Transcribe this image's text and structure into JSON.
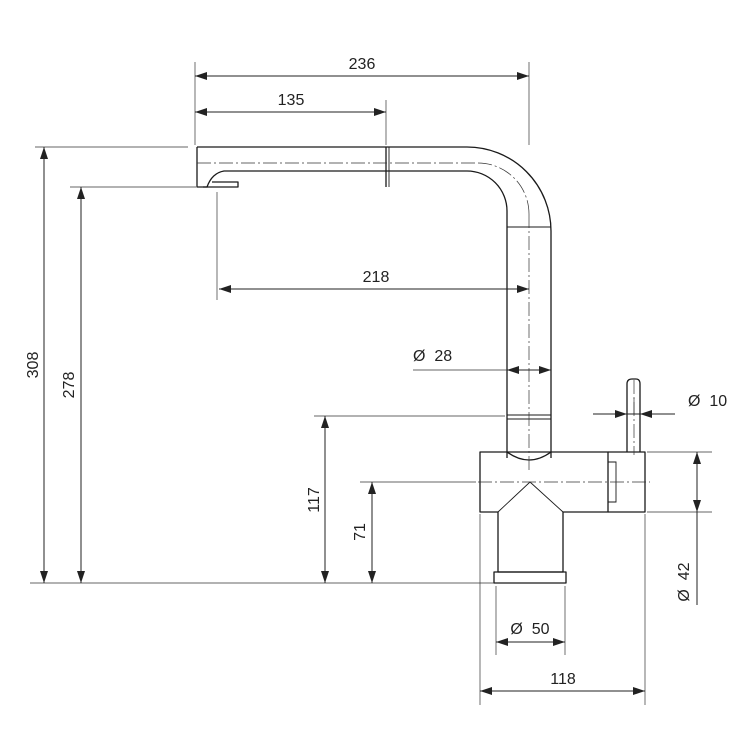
{
  "dimensions": {
    "overall_width": "236",
    "spout_pullout_length": "135",
    "reach": "218",
    "total_height": "308",
    "spout_outlet_height": "278",
    "spout_tube_diameter": "Ø  28",
    "lever_diameter": "Ø  10",
    "joint_height": "117",
    "lever_axis_height": "71",
    "body_diameter": "Ø  42",
    "base_diameter": "Ø  50",
    "base_to_lever_width": "118"
  }
}
